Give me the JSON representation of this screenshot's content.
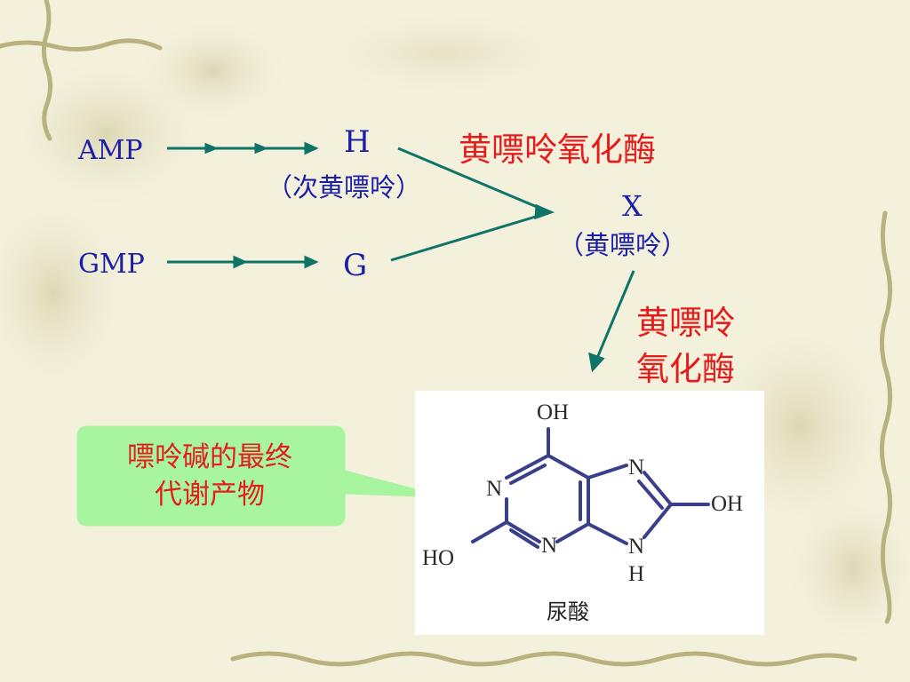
{
  "diagram": {
    "amp_label": "AMP",
    "gmp_label": "GMP",
    "h_label": "H",
    "h_name": "（次黄嘌呤）",
    "g_label": "G",
    "x_label": "X",
    "x_name": "（黄嘌呤）",
    "enzyme_1": "黄嘌呤氧化酶",
    "enzyme_2_line1": "黄嘌呤",
    "enzyme_2_line2": "氧化酶",
    "callout_line1": "嘌呤碱的最终",
    "callout_line2": "代谢产物"
  },
  "molecule": {
    "name": "尿酸",
    "atoms": {
      "oh_top": "OH",
      "n1": "N",
      "n3": "N",
      "n7": "N",
      "n9": "NH",
      "n9_h": "H",
      "ho_left": "HO",
      "oh_right": "OH"
    }
  },
  "colors": {
    "background": "#f3f0dc",
    "arrow": "#0e7468",
    "text_blue": "#1b1fa8",
    "text_red": "#e41c1c",
    "callout_fill": "#a8f5a0",
    "bond": "#3a3f8a"
  }
}
